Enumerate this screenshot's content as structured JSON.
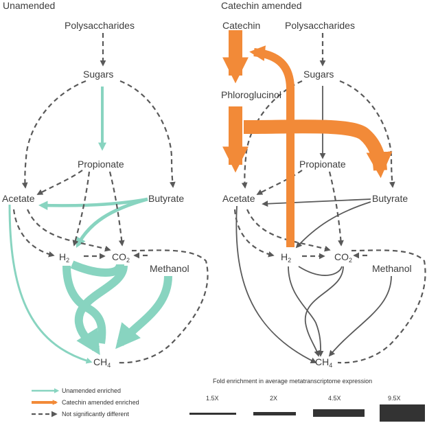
{
  "panels": {
    "left_title": "Unamended",
    "right_title": "Catechin amended"
  },
  "nodes": {
    "polysaccharides": "Polysaccharides",
    "sugars": "Sugars",
    "propionate": "Propionate",
    "acetate": "Acetate",
    "butyrate": "Butyrate",
    "h2": "H",
    "h2_sub": "2",
    "co2": "CO",
    "co2_sub": "2",
    "methanol": "Methanol",
    "ch4": "CH",
    "ch4_sub": "4",
    "catechin": "Catechin",
    "phloroglucinol": "Phloroglucinol"
  },
  "legend": {
    "items": [
      {
        "label": "Unamended enriched",
        "color": "#88d4c0"
      },
      {
        "label": "Catechin amended enriched",
        "color": "#f28a38"
      },
      {
        "label": "Not significantly different",
        "color": "#595959"
      }
    ],
    "scale_title": "Fold enrichment in average metatranscriptome expression",
    "scale_values": [
      "1.5X",
      "2X",
      "4.5X",
      "9.5X"
    ]
  },
  "colors": {
    "unamended_enriched": "#88d4c0",
    "catechin_enriched": "#f28a38",
    "not_significant": "#595959"
  }
}
